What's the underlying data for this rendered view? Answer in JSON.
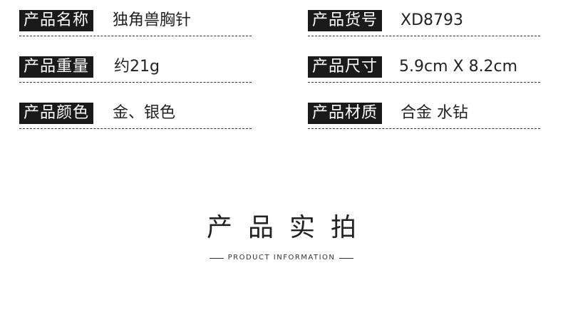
{
  "specs": [
    {
      "label": "产品名称",
      "value": "独角兽胸针"
    },
    {
      "label": "产品货号",
      "value": "XD8793"
    },
    {
      "label": "产品重量",
      "value": "约21g"
    },
    {
      "label": "产品尺寸",
      "value": "5.9cm X 8.2cm"
    },
    {
      "label": "产品颜色",
      "value": "金、银色"
    },
    {
      "label": "产品材质",
      "value": "合金 水钻"
    }
  ],
  "section": {
    "title": "产品实拍",
    "subtitle": "PRODUCT INFORMATION"
  }
}
